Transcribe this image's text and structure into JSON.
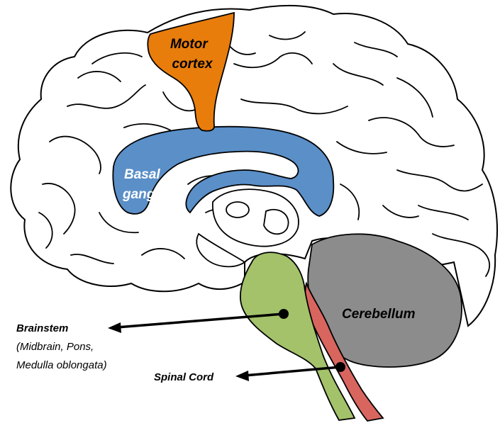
{
  "labels": {
    "motor_cortex": [
      "Motor",
      "cortex"
    ],
    "basal_ganglia": [
      "Basal",
      "ganglia"
    ],
    "cerebellum": "Cerebellum",
    "brainstem": "Brainstem",
    "brainstem_parts": [
      "(Midbrain, Pons,",
      "Medulla oblongata)"
    ],
    "spinal_cord": "Spinal Cord"
  },
  "colors": {
    "motor_cortex": "#e87d0c",
    "basal_ganglia": "#5a8fc8",
    "brainstem": "#a3c26a",
    "spinal_cord": "#d9655f",
    "cerebellum": "#8c8c8c",
    "outline": "#000000"
  }
}
